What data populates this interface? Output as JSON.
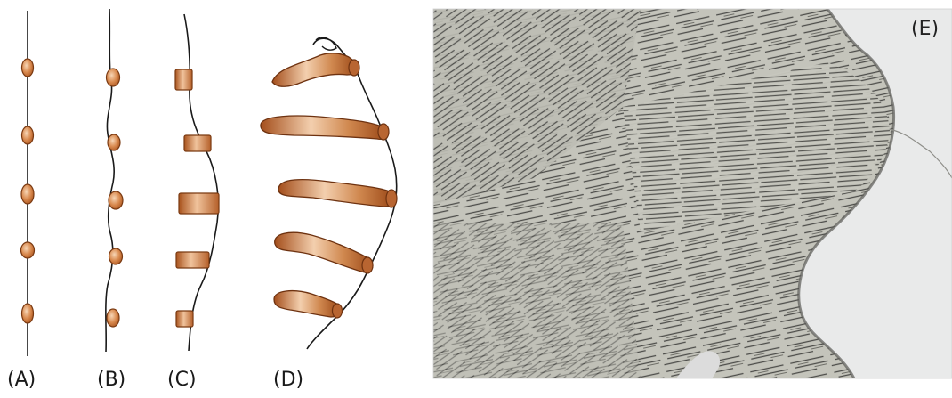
{
  "panels": {
    "a": {
      "label": "(A)"
    },
    "b": {
      "label": "(B)"
    },
    "c": {
      "label": "(C)"
    },
    "d": {
      "label": "(D)"
    },
    "e": {
      "label": "(E)"
    }
  },
  "colors": {
    "line": "#1a1a1a",
    "particle_fill_light": "#f2c8a2",
    "particle_fill_dark": "#a9531d",
    "micrograph_background": "#e9eaea",
    "micrograph_region": "#b9b9b0",
    "lamella_stroke": "#4b4b48"
  }
}
